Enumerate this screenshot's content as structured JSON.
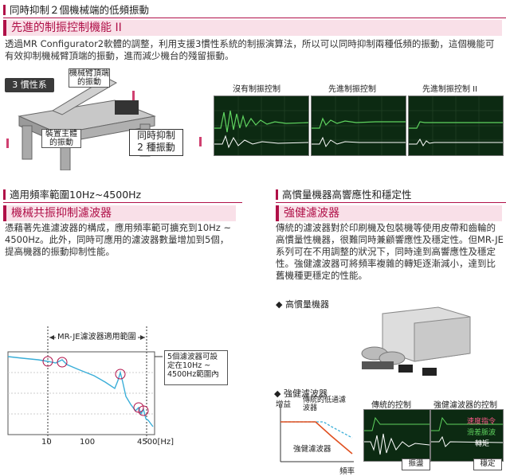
{
  "top": {
    "section_title": "同時抑制２個機械端的低頻振動",
    "feature_title": "先進的制振控制機能 II",
    "description": "透過MR Configurator2軟體的調整，利用支援3慣性系統的制振演算法，所以可以同時抑制兩種低頻的振動，這個機能可有效抑制機械臂頂端的振動，進而減少機台的殘留振動。",
    "diagram": {
      "label_3inertia": "3 慣性系",
      "label_arm_tip": "機械臂頂端的振動",
      "label_body": "裝置主體的振動",
      "label_simultaneous_1": "同時抑制",
      "label_simultaneous_2": "2 種振動"
    },
    "scopes": [
      {
        "title": "沒有制振控制"
      },
      {
        "title": "先進制振控制"
      },
      {
        "title": "先進制振控制 II"
      }
    ]
  },
  "left": {
    "section_title": "適用頻率範圍10Hz~4500Hz",
    "feature_title": "機械共振抑制濾波器",
    "description": "憑藉著先進濾波器的構成，應用頻率範可擴充到10Hz ~ 4500Hz。此外，同時可應用的濾波器數量增加到5個，提高機器的振動抑制性能。",
    "chart": {
      "range_label": "MR-JE濾波器適用範圍",
      "callout": "5個濾波器可設定在10Hz ~ 4500Hz範圍內",
      "x_ticks": [
        "10",
        "100",
        "4500[Hz]"
      ]
    }
  },
  "right": {
    "section_title": "高慣量機器高響應性和穩定性",
    "feature_title": "強健濾波器",
    "description": "傳統的濾波器對於印刷機及包裝機等使用皮帶和齒輪的高慣量性機器，很難同時兼顧響應性及穩定性。但MR-JE系列可在不用調整的狀況下，同時達到高響應性及穩定性。強健濾波器可將頻率複雜的轉矩逐漸減小，達到比舊機種更穩定的性能。",
    "bullet_machine": "◆ 高慣量機器",
    "bullet_filter": "◆ 強健濾波器",
    "filter_chart": {
      "y_label": "增益",
      "x_label": "頻率",
      "legacy_label": "傳統的低通濾波器",
      "robust_label": "強健濾波器"
    },
    "scopes": [
      {
        "title": "傳統的控制",
        "badge": "振盪"
      },
      {
        "title": "強健濾波器的控制",
        "badge": "穩定"
      }
    ],
    "legend": [
      "速度指令",
      "滑差脈波",
      "轉矩"
    ]
  },
  "colors": {
    "accent": "#b01048",
    "pink_bg": "#f9e0e8",
    "scope_bg": "#0c2a12",
    "trace_green": "#5fd35f",
    "trace_white": "#ffffff",
    "curve_blue": "#3aaed8"
  }
}
